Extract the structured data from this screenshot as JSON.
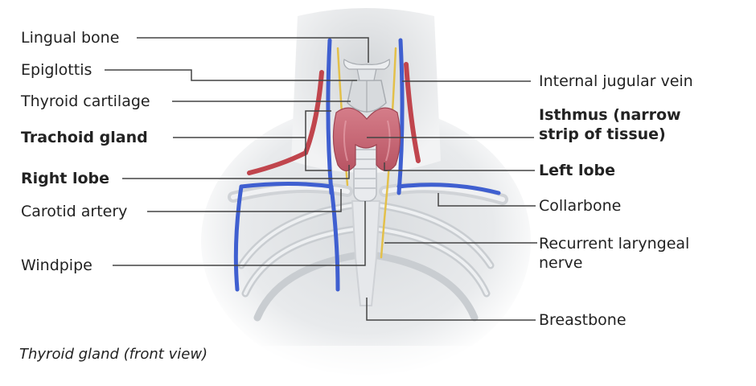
{
  "labels_left": {
    "lingual_bone": "Lingual bone",
    "epiglottis": "Epiglottis",
    "thyroid_cartilage": "Thyroid cartilage",
    "trachoid_gland": "Trachoid gland",
    "right_lobe": "Right lobe",
    "carotid_artery": "Carotid artery",
    "windpipe": "Windpipe"
  },
  "labels_right": {
    "internal_jugular_vein": "Internal jugular vein",
    "isthmus_line1": "Isthmus (narrow",
    "isthmus_line2": "strip of tissue)",
    "left_lobe": "Left lobe",
    "collarbone": "Collarbone",
    "recurrent_laryngeal_line1": "Recurrent laryngeal",
    "recurrent_laryngeal_line2": "nerve",
    "breastbone": "Breastbone"
  },
  "caption": "Thyroid gland (front view)",
  "colors": {
    "thyroid": "#c96a78",
    "vein": "#3f5fd0",
    "artery": "#c0454d",
    "nerve": "#e3c04a",
    "bone": "#e4e7ea",
    "leader": "#444444"
  }
}
